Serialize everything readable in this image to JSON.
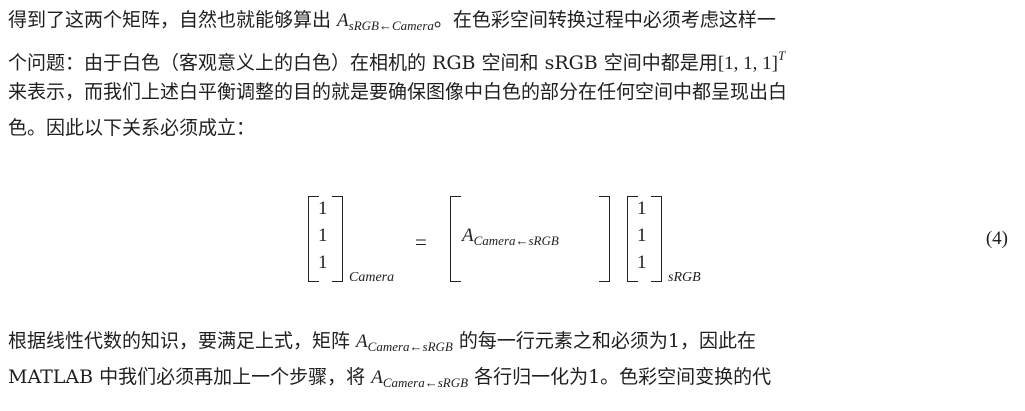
{
  "para1": {
    "line1_a": "得到了这两个矩阵，自然也就能够算出 ",
    "line1_sym": "A",
    "line1_sub": "sRGB←Camera",
    "line1_b": "。在色彩空间转换过程中必须考虑这样一",
    "line2_a": "个问题：由于白色（客观意义上的白色）在相机的 RGB 空间和 sRGB 空间中都是用",
    "line2_vec": "[1, 1, 1]",
    "line2_sup": "T",
    "line3": "来表示，而我们上述白平衡调整的目的就是要确保图像中白色的部分在任何空间中都呈现出白",
    "line4": "色。因此以下关系必须成立："
  },
  "equation": {
    "left_vector": [
      "1",
      "1",
      "1"
    ],
    "left_sub": "Camera",
    "equals": "=",
    "matrix_sym": "A",
    "matrix_sub": "Camera←sRGB",
    "right_vector": [
      "1",
      "1",
      "1"
    ],
    "right_sub": "sRGB",
    "number": "(4)"
  },
  "para2": {
    "line1_a": "根据线性代数的知识，要满足上式，矩阵 ",
    "line1_sym": "A",
    "line1_sub": "Camera←sRGB",
    "line1_b": " 的每一行元素之和必须为1，因此在",
    "line2_a": "MATLAB 中我们必须再加上一个步骤，将 ",
    "line2_sym": "A",
    "line2_sub": "Camera←sRGB",
    "line2_b": " 各行归一化为1。色彩空间变换的代"
  }
}
